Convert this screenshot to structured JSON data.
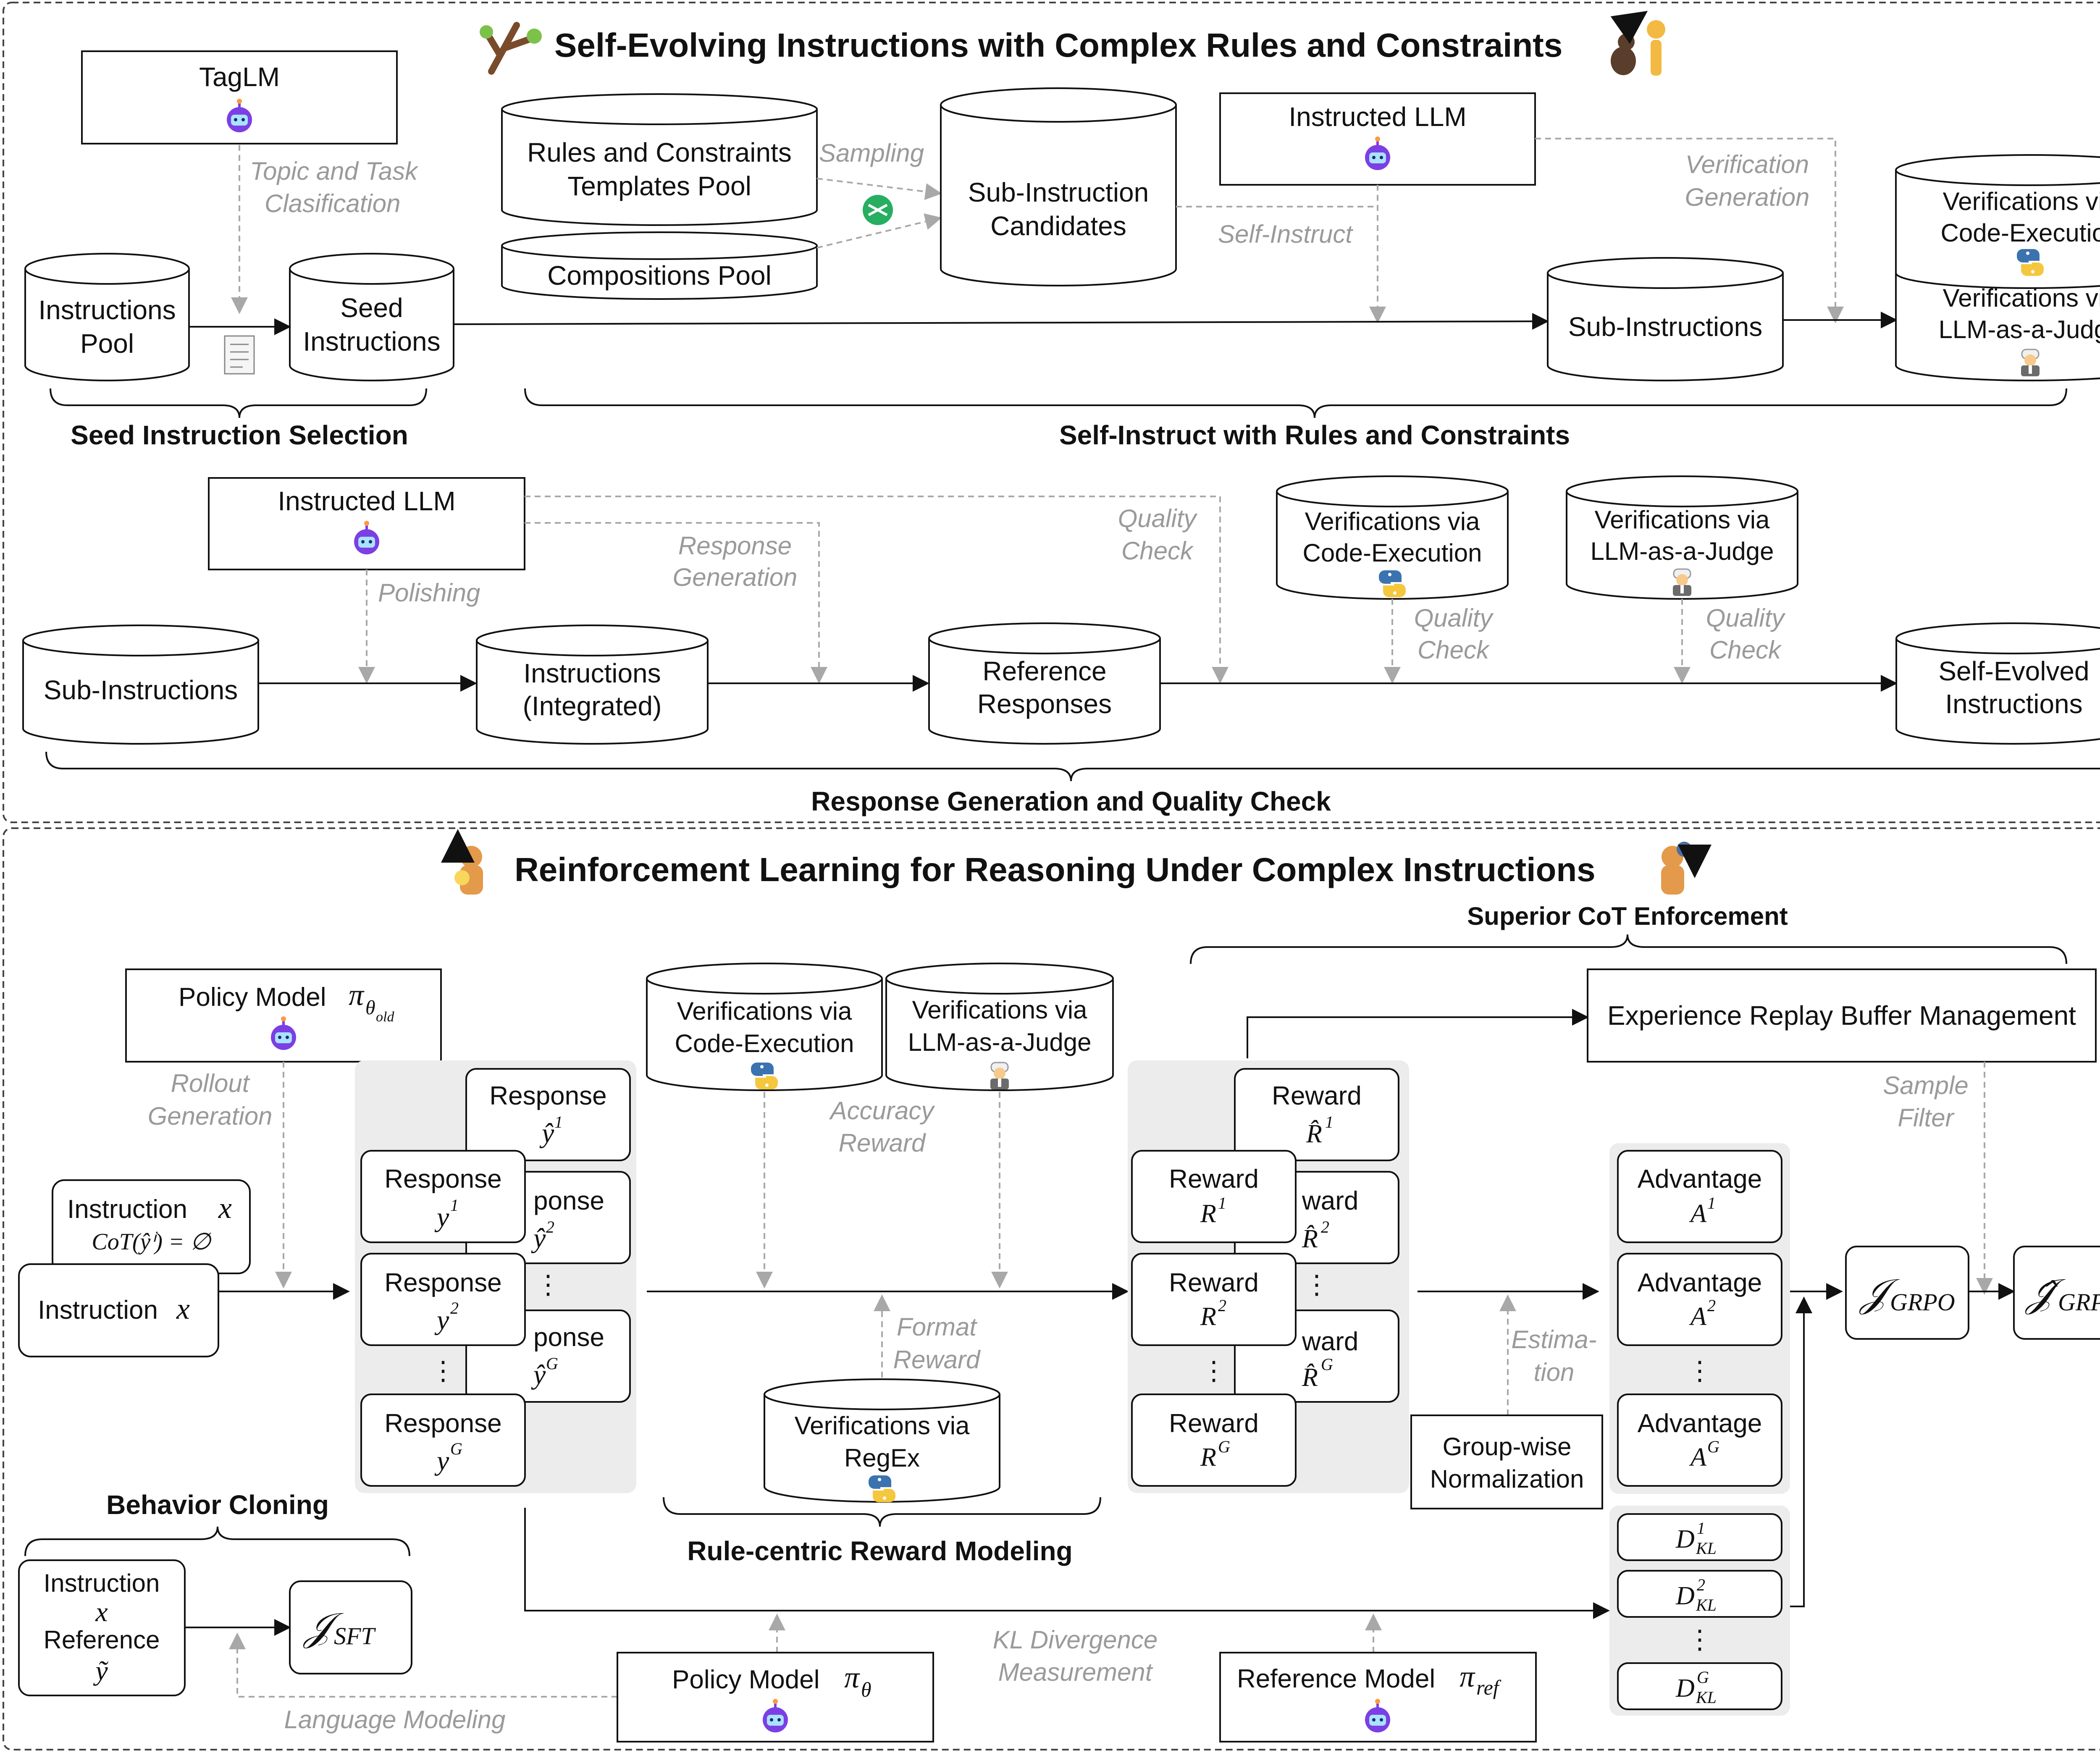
{
  "top": {
    "title": "Self-Evolving Instructions with Complex Rules and Constraints",
    "tag_lm": "TagLM",
    "topic_label_1": "Topic and Task",
    "topic_label_2": "Clasification",
    "instructions_pool_1": "Instructions",
    "instructions_pool_2": "Pool",
    "seed_1": "Seed",
    "seed_2": "Instructions",
    "rules_pool_1": "Rules and Constraints",
    "rules_pool_2": "Templates Pool",
    "compositions_pool": "Compositions Pool",
    "sampling": "Sampling",
    "candidates_1": "Sub-Instruction",
    "candidates_2": "Candidates",
    "instructed_llm": "Instructed LLM",
    "self_instruct": "Self-Instruct",
    "verification_gen_1": "Verification",
    "verification_gen_2": "Generation",
    "sub_instructions": "Sub-Instructions",
    "ver_code_1": "Verifications via",
    "ver_code_2": "Code-Execution",
    "ver_judge_1": "Verifications via",
    "ver_judge_2": "LLM-as-a-Judge",
    "section_seed": "Seed Instruction Selection",
    "section_self_instruct": "Self-Instruct with Rules and Constraints",
    "instructed_llm_2": "Instructed LLM",
    "polishing": "Polishing",
    "response_gen_1": "Response",
    "response_gen_2": "Generation",
    "quality_check_1": "Quality",
    "quality_check_2": "Check",
    "sub_instructions_2": "Sub-Instructions",
    "integrated_1": "Instructions",
    "integrated_2": "(Integrated)",
    "reference_1": "Reference",
    "reference_2": "Responses",
    "self_evolved_1": "Self-Evolved",
    "self_evolved_2": "Instructions",
    "section_response": "Response Generation and Quality Check"
  },
  "bottom": {
    "title": "Reinforcement Learning for Reasoning Under Complex Instructions",
    "superior_cot": "Superior CoT Enforcement",
    "policy_old_label": "Policy Model",
    "pi": "π",
    "theta_old": "θ",
    "old": "old",
    "rollout_1": "Rollout",
    "rollout_2": "Generation",
    "instruction_label": "Instruction",
    "x_var": "x",
    "cot_expr": "CoT(ŷⁱ) = ∅",
    "response_label": "Response",
    "reward_label": "Reward",
    "advantage_label": "Advantage",
    "resp_frag_1": "ponse",
    "resp_frag_2": "ponse",
    "rew_frag_1": "ward",
    "rew_frag_2": "ward",
    "ver_code_1": "Verifications via",
    "ver_code_2": "Code-Execution",
    "ver_judge_1": "Verifications via",
    "ver_judge_2": "LLM-as-a-Judge",
    "accuracy_1": "Accuracy",
    "accuracy_2": "Reward",
    "format_1": "Format",
    "format_2": "Reward",
    "ver_regex_1": "Verifications via",
    "ver_regex_2": "RegEx",
    "section_rule": "Rule-centric Reward Modeling",
    "experience_replay": "Experience Replay Buffer Management",
    "sample_filter_1": "Sample",
    "sample_filter_2": "Filter",
    "estimation_1": "Estima-",
    "estimation_2": "tion",
    "group_norm_1": "Group-wise",
    "group_norm_2": "Normalization",
    "j_grpo": "𝒥",
    "grpo_sub": "GRPO",
    "j_hat": "𝒥̂",
    "behavior_cloning": "Behavior Cloning",
    "bc_instruction": "Instruction",
    "bc_x": "x",
    "bc_reference": "Reference",
    "bc_y": "ỹ",
    "j_sft": "𝒥",
    "sft_sub": "SFT",
    "language_modeling": "Language Modeling",
    "kl_1": "KL Divergence",
    "kl_2": "Measurement",
    "policy_label": "Policy Model",
    "theta": "θ",
    "reference_model": "Reference Model",
    "ref_sub": "ref",
    "d_kl": "D",
    "kl_sub": "KL",
    "dots": "⋮",
    "y": "y",
    "y_hat": "ŷ",
    "R": "R",
    "R_hat": "R̂",
    "A": "A",
    "sup_1": "1",
    "sup_2": "2",
    "sup_G": "G"
  },
  "colors": {
    "solid": "#111111",
    "dashed": "#a8a8a8",
    "group_bg": "#ececec",
    "robot": "#7b3fe4",
    "python_blue": "#3b73b0",
    "python_yellow": "#f4c73e",
    "shuffle_green": "#27ae60"
  },
  "icons": [
    "robot-icon",
    "python-icon",
    "judge-icon",
    "document-icon",
    "shuffle-icon",
    "tree-icon",
    "evolution-icon",
    "dog-icon"
  ]
}
